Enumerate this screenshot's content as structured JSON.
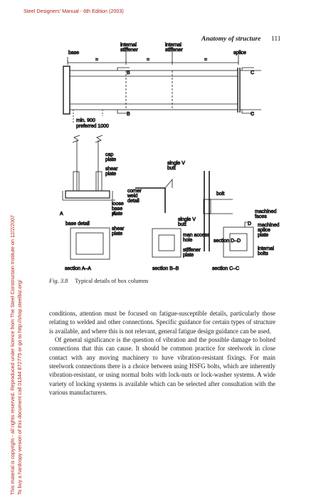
{
  "header": {
    "source": "Steel Designers' Manual - 6th Edition (2003)",
    "running_head": "Anatomy of structure",
    "page_number": "111"
  },
  "side_notice": {
    "line1": "This material is copyright - all rights reserved. Reproduced under licence from The Steel Construction Institute on 12/2/2007",
    "line2": "To buy a hardcopy version of this document call 01344 872775 or go to http://shop.steelbiz.org/"
  },
  "figure": {
    "labels": {
      "base": "base",
      "internal_stiffener_1": "internal\nstiffener",
      "internal_stiffener_2": "internal\nstiffener",
      "splice": "splice",
      "equal": "=",
      "section_b": "B",
      "section_c": "C",
      "min_900": "min. 900",
      "preferred_1000": "preferred 1000",
      "single_v_butt_top": "single V\nbutt",
      "cap_plate": "cap\nplate",
      "shear_plate": "shear\nplate",
      "corner_weld_detail": "corner\nweld\ndetail",
      "single_v_butt_mid": "single V\nbutt",
      "bolt": "bolt",
      "machined_faces": "machined\nfaces",
      "section_a": "A",
      "base_detail": "base detail",
      "loose_base_plate": "loose\nbase\nplate",
      "section_d_d": "section D–D",
      "shear_plate_2": "shear\nplate",
      "man_access_hole": "man access\nhole",
      "stiffener_plate": "stiffener\nplate",
      "machined_splice_plate": "machined\nsplice\nplate",
      "internal_bolts": "internal\nbolts",
      "section_d": "D",
      "section_a_a": "section A–A",
      "section_b_b": "section B–B",
      "section_c_c": "section C–C"
    }
  },
  "caption": {
    "label": "Fig. 3.8",
    "text": "Typical details of box columns"
  },
  "body": {
    "paragraph1": "conditions, attention must be focused on fatigue-susceptible details, particularly those relating to welded and other connections. Specific guidance for certain types of structure is available, and where this is not relevant, general fatigue design guidance can be used.",
    "paragraph2": "Of general significance is the question of vibration and the possible damage to bolted connections that this can cause. It should be common practice for steelwork in close contact with any moving machinery to have vibration-resistant fixings. For main steelwork connections there is a choice between using HSFG bolts, which are inherently vibration-resistant, or using normal bolts with lock-nuts or lock-washer systems. A wide variety of locking systems is available which can be selected after consultation with the various manufacturers."
  }
}
